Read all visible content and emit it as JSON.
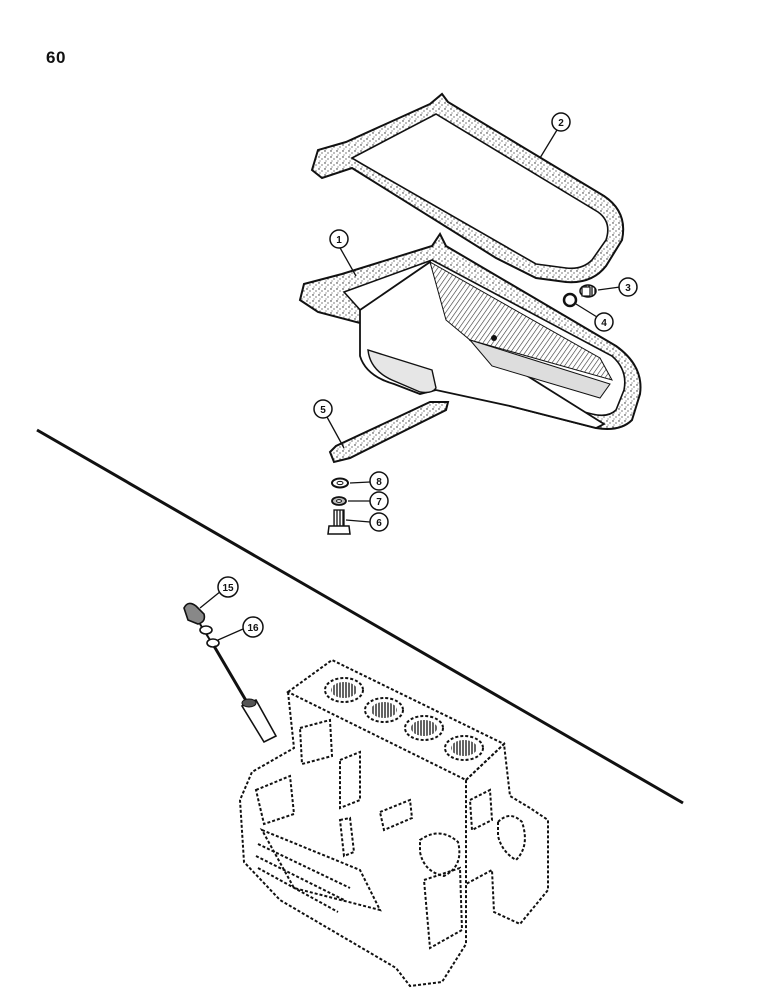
{
  "page": {
    "number": "60"
  },
  "callouts": [
    {
      "key": "oil-pan",
      "label": "1"
    },
    {
      "key": "oil-pan-gasket",
      "label": "2"
    },
    {
      "key": "drain-plug",
      "label": "3"
    },
    {
      "key": "drain-plug-gasket",
      "label": "4"
    },
    {
      "key": "bracket",
      "label": "5"
    },
    {
      "key": "bolt",
      "label": "6"
    },
    {
      "key": "lock-washer",
      "label": "7"
    },
    {
      "key": "flat-washer",
      "label": "8"
    },
    {
      "key": "dipstick",
      "label": "15"
    },
    {
      "key": "dipstick-tube",
      "label": "16"
    }
  ],
  "colors": {
    "ink": "#111111",
    "paper": "#ffffff",
    "shade": "#555555"
  }
}
